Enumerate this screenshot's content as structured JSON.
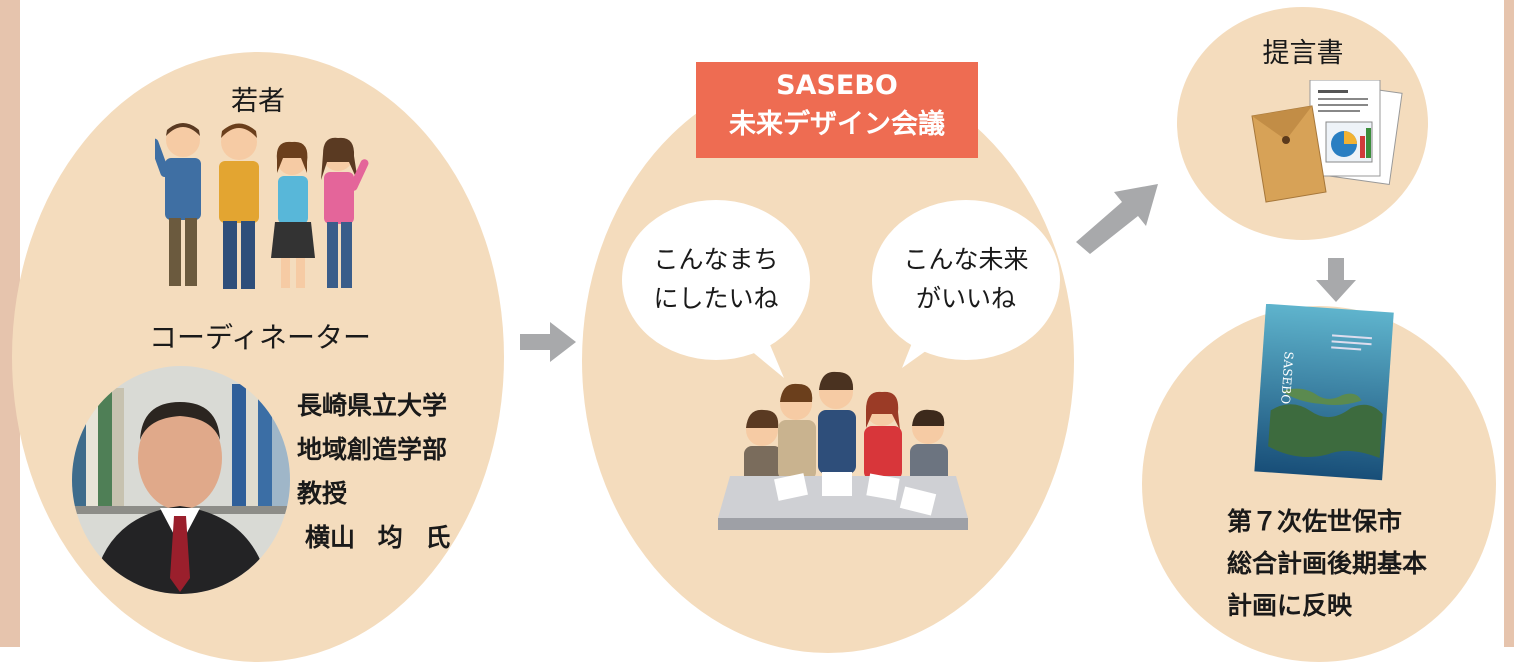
{
  "youth": {
    "title": "若者",
    "coordinator": "コーディネーター"
  },
  "professor": {
    "lines": [
      "長崎県立大学",
      "地域創造学部",
      "教授"
    ],
    "name": "横山 均 氏"
  },
  "meeting": {
    "banner_line1": "SASEBO",
    "banner_line2": "未来デザイン会議",
    "bubble_left": [
      "こんなまち",
      "にしたいね"
    ],
    "bubble_right": [
      "こんな未来",
      "がいいね"
    ]
  },
  "proposal": {
    "title": "提言書"
  },
  "plan": {
    "lines": [
      "第７次佐世保市",
      "総合計画後期基本",
      "計画に反映"
    ],
    "book_title": "SASEBO"
  },
  "colors": {
    "ellipse": "#f4dcbd",
    "banner": "#ee6c52",
    "arrow": "#a8a9ab",
    "frame": "#e6c4ad"
  }
}
